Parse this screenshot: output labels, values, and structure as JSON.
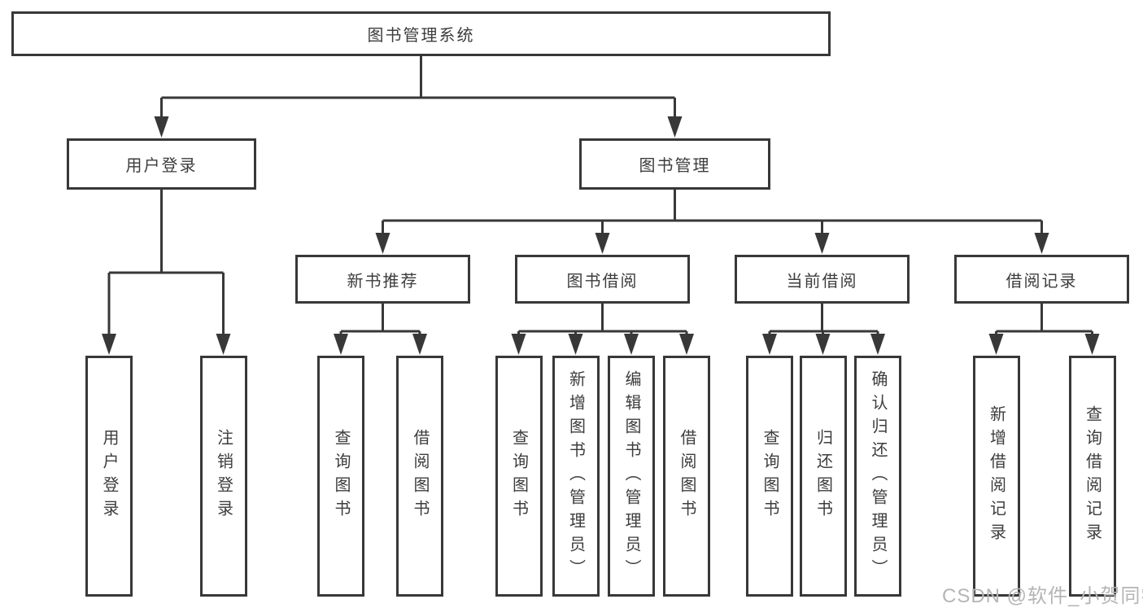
{
  "diagram_type": "functional-structure-tree",
  "tree": {
    "root": {
      "label": "图书管理系统",
      "children": [
        {
          "label": "用户登录",
          "children": [
            {
              "label": "用户登录"
            },
            {
              "label": "注销登录"
            }
          ]
        },
        {
          "label": "图书管理",
          "children": [
            {
              "label": "新书推荐",
              "children": [
                {
                  "label": "查询图书"
                },
                {
                  "label": "借阅图书"
                }
              ]
            },
            {
              "label": "图书借阅",
              "children": [
                {
                  "label": "查询图书"
                },
                {
                  "label": "新增图书（管理员）"
                },
                {
                  "label": "编辑图书（管理员）"
                },
                {
                  "label": "借阅图书"
                }
              ]
            },
            {
              "label": "当前借阅",
              "children": [
                {
                  "label": "查询图书"
                },
                {
                  "label": "归还图书"
                },
                {
                  "label": "确认归还（管理员）"
                }
              ]
            },
            {
              "label": "借阅记录",
              "children": [
                {
                  "label": "新增借阅记录"
                },
                {
                  "label": "查询借阅记录"
                }
              ]
            }
          ]
        }
      ]
    }
  },
  "watermark": "CSDN @软件_小贺同学",
  "colors": {
    "line": "#383838",
    "text": "#3d3d3d",
    "background": "#ffffff",
    "watermark": "#b5b5b5"
  }
}
